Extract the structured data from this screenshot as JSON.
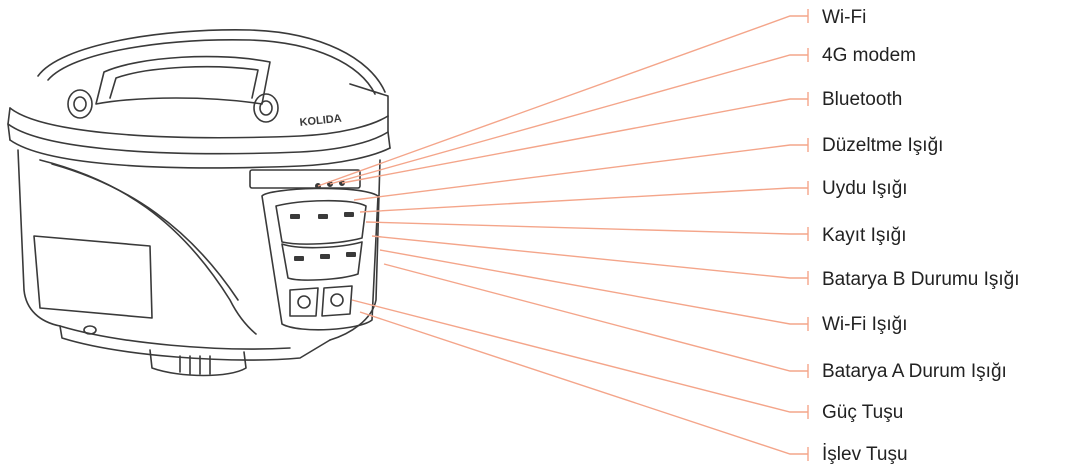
{
  "diagram": {
    "device_brand": "KOLIDA",
    "callouts": [
      {
        "label": "Wi-Fi"
      },
      {
        "label": "4G modem"
      },
      {
        "label": "Bluetooth"
      },
      {
        "label": "Düzeltme Işığı"
      },
      {
        "label": "Uydu Işığı"
      },
      {
        "label": "Kayıt Işığı"
      },
      {
        "label": "Batarya B Durumu Işığı"
      },
      {
        "label": "Wi-Fi Işığı"
      },
      {
        "label": "Batarya A Durum Işığı"
      },
      {
        "label": "Güç Tuşu"
      },
      {
        "label": "İşlev Tuşu"
      }
    ],
    "colors": {
      "leader_line": "#f4a58a",
      "outline": "#3a3a3a",
      "label_text": "#222222"
    }
  }
}
